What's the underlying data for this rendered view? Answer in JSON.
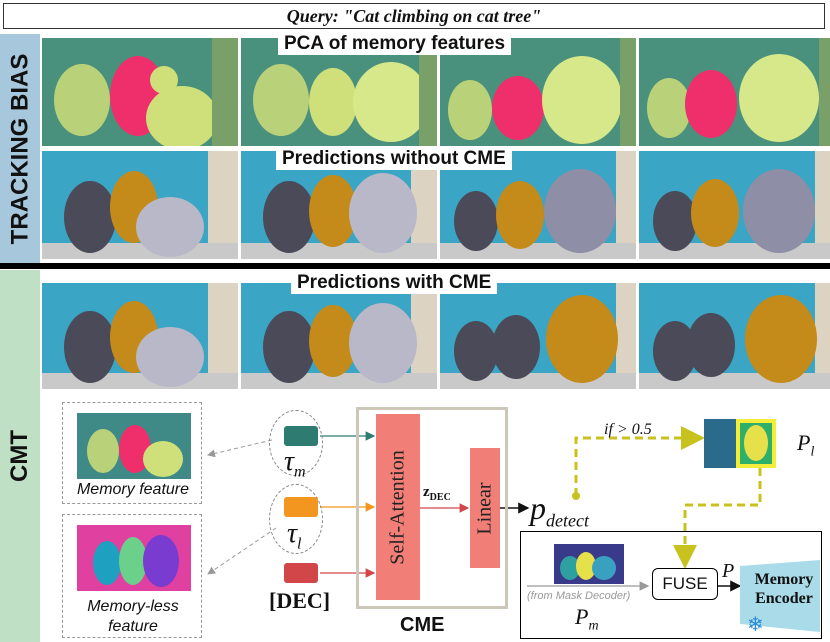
{
  "query": "Query: \"Cat climbing on cat tree\"",
  "labels": {
    "tracking_bias": "TRACKING BIAS",
    "cmt": "CMT",
    "pca_row": "PCA of memory features",
    "pred_without": "Predictions without CME",
    "pred_with": "Predictions with CME"
  },
  "diagram": {
    "memory_feature_caption": "Memory feature",
    "memory_less_caption_line1": "Memory-less",
    "memory_less_caption_line2": "feature",
    "tau_m": "τ",
    "tau_m_sub": "m",
    "tau_l": "τ",
    "tau_l_sub": "l",
    "dec_token": "[DEC]",
    "self_attention": "Self-Attention",
    "z_dec": "z",
    "z_dec_sub": "DEC",
    "linear": "Linear",
    "p_detect": "p",
    "p_detect_sub": "detect",
    "condition": "if > 0.5",
    "p_l": "P",
    "p_l_sub": "l",
    "cme_title": "CME",
    "fuse": "FUSE",
    "p_fused": "P",
    "memory_encoder_line1": "Memory",
    "memory_encoder_line2": "Encoder",
    "from_mask_decoder": "(from Mask Decoder)",
    "p_m": "P",
    "p_m_sub": "m"
  },
  "colors": {
    "tracking_band": "#a7c8dc",
    "cmt_band": "#bfe0c4",
    "token_memory": "#2e7b72",
    "token_memoryless": "#f2961f",
    "token_dec": "#d2464a",
    "cme_block": "#f27f77",
    "cme_border": "#ccc7b6",
    "condition_line": "#c8c21e",
    "encoder_fill": "#a9dbe8",
    "cat_mask": "#c48a1a"
  },
  "icons": [
    "snowflake-icon"
  ]
}
